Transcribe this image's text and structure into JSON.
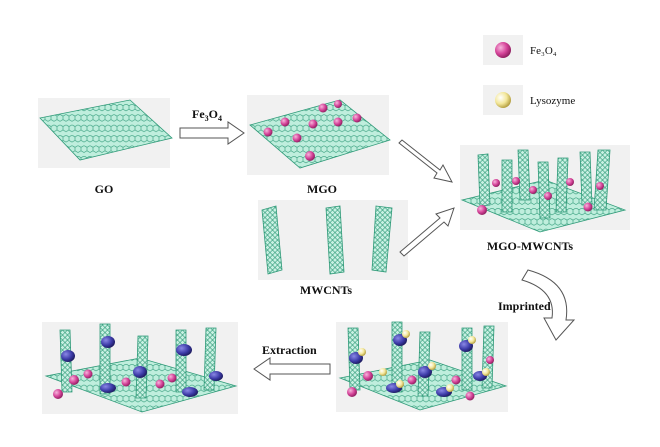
{
  "labels": {
    "go": "GO",
    "mgo": "MGO",
    "mwcnts": "MWCNTs",
    "mgo_mwcnts": "MGO-MWCNTs"
  },
  "steps": {
    "fe3o4_main": "Fe",
    "fe3o4_sub1": "3",
    "fe3o4_mid": "O",
    "fe3o4_sub2": "4",
    "imprinted": "Imprinted",
    "extraction": "Extraction"
  },
  "legend": {
    "fe3o4": "Fe₃O₄",
    "lysozyme": "Lysozyme"
  },
  "colors": {
    "graphene": "#5fcfa6",
    "graphene_dark": "#2f9a78",
    "fe3o4": "#d6459a",
    "lysozyme": "#f3e79a",
    "polymer": "#3d3ba8",
    "arrow_fill": "#ffffff",
    "arrow_stroke": "#555555"
  }
}
